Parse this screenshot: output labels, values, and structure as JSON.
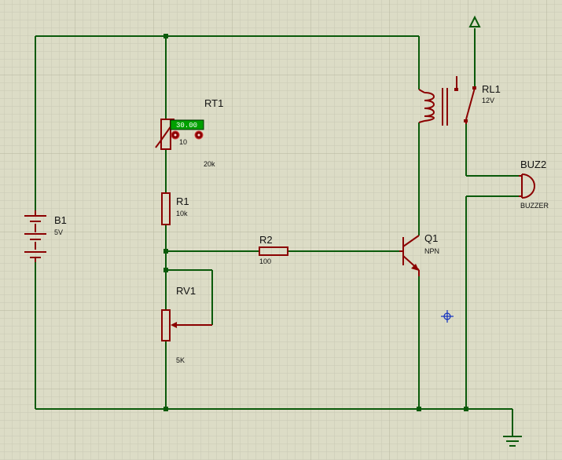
{
  "colors": {
    "background": "#dcdcc6",
    "grid_minor": "#c9c9b4",
    "grid_major": "#b6b69f",
    "wire": "#0a5a0a",
    "component": "#8b0000",
    "lcd_bg": "#00a000",
    "cursor": "#1030c0"
  },
  "components": {
    "battery": {
      "ref": "B1",
      "value": "5V"
    },
    "thermistor": {
      "ref": "RT1",
      "display": "30.00",
      "scale": "10",
      "value": "20k"
    },
    "r1": {
      "ref": "R1",
      "value": "10k"
    },
    "pot": {
      "ref": "RV1",
      "value": "5K"
    },
    "r2": {
      "ref": "R2",
      "value": "100"
    },
    "transistor": {
      "ref": "Q1",
      "type": "NPN"
    },
    "relay": {
      "ref": "RL1",
      "value": "12V"
    },
    "buzzer": {
      "ref": "BUZ2",
      "type": "BUZZER"
    }
  },
  "icons": {
    "ground": "ground-icon",
    "power": "power-terminal-icon",
    "cursor": "crosshair-cursor-icon"
  }
}
